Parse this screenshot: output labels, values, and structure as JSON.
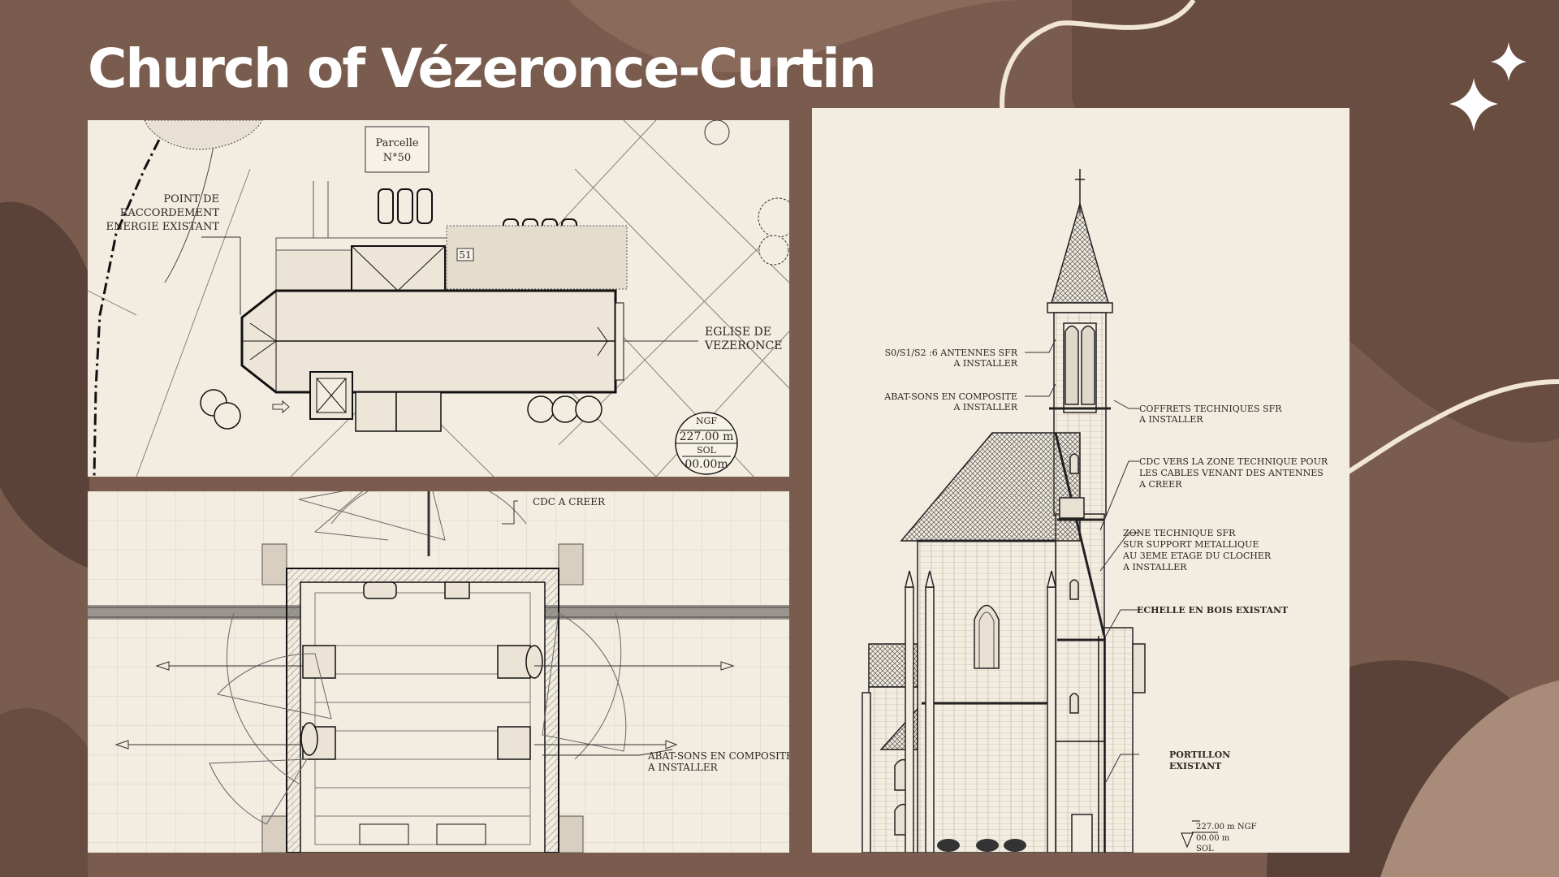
{
  "page": {
    "title": "Church of Vézeronce-Curtin",
    "colors": {
      "background": "#7a5c4f",
      "dark_shape": "#5b4238",
      "light_shape": "#9b8070",
      "swirl": "#f1e6d3",
      "paper": "#f3ece0",
      "ink": "#2b2724"
    }
  },
  "site_plan": {
    "parcel_label": "Parcelle",
    "parcel_number": "N°50",
    "energy_label": [
      "POINT DE",
      "RACCORDEMENT",
      "ENERGIE EXISTANT"
    ],
    "church_label": [
      "EGLISE DE",
      "VEZERONCE"
    ],
    "lot_number": "51",
    "ngf_label": "NGF",
    "ngf_value": "227.00 m",
    "sol_label": "SOL",
    "sol_value": "00.00m"
  },
  "tower_plan": {
    "cdc_label": "CDC A CREER",
    "abat_sons_label": [
      "ABAT-SONS EN COMPOSITE",
      "A INSTALLER"
    ]
  },
  "elevation": {
    "annotations_left": [
      [
        "S0/S1/S2 :6 ANTENNES SFR",
        "A INSTALLER"
      ],
      [
        "ABAT-SONS EN COMPOSITE",
        "A INSTALLER"
      ]
    ],
    "annotations_right": [
      [
        "COFFRETS TECHNIQUES SFR",
        "A INSTALLER"
      ],
      [
        "CDC  VERS LA ZONE TECHNIQUE POUR",
        "LES CABLES VENANT DES ANTENNES",
        "A CREER"
      ],
      [
        "ZONE TECHNIQUE SFR",
        "SUR SUPPORT METALLIQUE",
        "AU 3EME ETAGE DU CLOCHER",
        "A INSTALLER"
      ],
      [
        "ECHELLE EN BOIS EXISTANT"
      ],
      [
        "PORTILLON",
        "EXISTANT"
      ]
    ],
    "level_ngf": "227.00  m NGF",
    "level_m": "00.00  m",
    "level_sol": "SOL"
  }
}
